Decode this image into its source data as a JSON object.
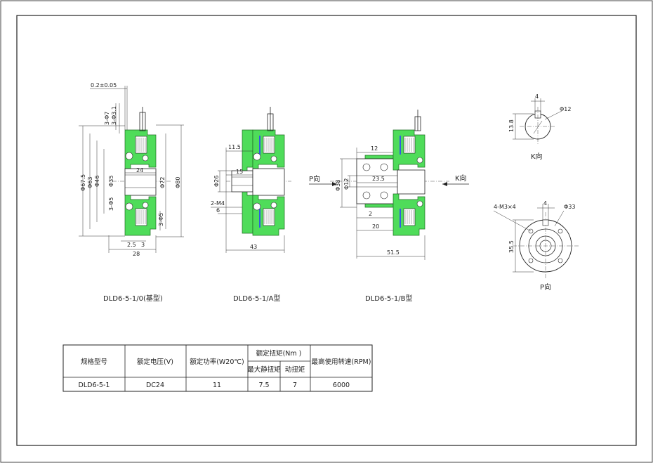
{
  "drawings": {
    "base": {
      "caption": "DLD6-5-1/0(基型)",
      "dims": {
        "tolerance": "0.2±0.05",
        "phi7": "3-Φ7",
        "phi31": "3-Φ3.1",
        "d675": "Φ67.5",
        "d63": "Φ63",
        "d46": "Φ46",
        "d35": "Φ35",
        "phi5a": "3-Φ5",
        "bore": "24",
        "d72": "Φ72",
        "d80": "Φ80",
        "phi5b": "3-Φ5",
        "w25": "2.5",
        "w3": "3",
        "w28": "28"
      }
    },
    "typeA": {
      "caption": "DLD6-5-1/A型",
      "dims": {
        "w115": "11.5",
        "d26": "Φ26",
        "w15": "15",
        "m4": "2-M4",
        "w6": "6",
        "w43": "43"
      }
    },
    "typeB": {
      "caption": "DLD6-5-1/B型",
      "dims": {
        "pdir": "P向",
        "kdir": "K向",
        "w12": "12",
        "d38": "Φ38",
        "d12": "Φ12",
        "w235": "23.5",
        "w2": "2",
        "w20": "20",
        "w515": "51.5"
      }
    },
    "viewK": {
      "caption": "K向",
      "dims": {
        "w4": "4",
        "d12": "Φ12",
        "h138": "13.8"
      }
    },
    "viewP": {
      "caption": "P向",
      "dims": {
        "m3": "4-M3×4",
        "w4": "4",
        "d33": "Φ33",
        "h355": "35.5"
      }
    }
  },
  "table": {
    "headers": {
      "model": "规格型号",
      "voltage": "额定电压(V)",
      "power": "额定功率(W20℃)",
      "torque": "额定扭矩(Nm )",
      "static": "最大静扭矩",
      "dynamic": "动扭矩",
      "speed": "最高使用转速(RPM)"
    },
    "row": {
      "model": "DLD6-5-1",
      "voltage": "DC24",
      "power": "11",
      "static": "7.5",
      "dynamic": "7",
      "speed": "6000"
    }
  },
  "colors": {
    "body": "#4fdc5a",
    "accent": "#2a3cff",
    "line": "#222222"
  }
}
